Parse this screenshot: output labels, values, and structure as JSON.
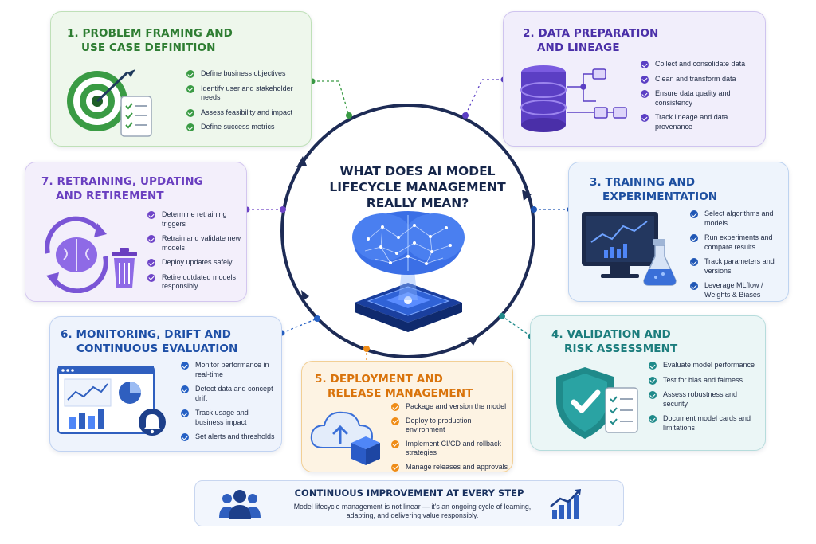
{
  "center": {
    "title_lines": [
      "WHAT DOES AI MODEL",
      "LIFECYCLE MANAGEMENT",
      "REALLY MEAN?"
    ]
  },
  "steps": [
    {
      "title_lines": [
        "1. PROBLEM FRAMING AND",
        "USE CASE DEFINITION"
      ],
      "items": [
        "Define business objectives",
        "Identify user and stakeholder needs",
        "Assess feasibility and impact",
        "Define success metrics"
      ],
      "color": "#2e7d32"
    },
    {
      "title_lines": [
        "2. DATA PREPARATION",
        "AND LINEAGE"
      ],
      "items": [
        "Collect and consolidate data",
        "Clean and transform data",
        "Ensure data quality and consistency",
        "Track lineage and data provenance"
      ],
      "color": "#4a2fa8"
    },
    {
      "title_lines": [
        "3. TRAINING AND",
        "EXPERIMENTATION"
      ],
      "items": [
        "Select algorithms and models",
        "Run experiments and compare results",
        "Track parameters and versions",
        "Leverage MLflow / Weights & Biases"
      ],
      "color": "#1d4fa0"
    },
    {
      "title_lines": [
        "4. VALIDATION AND",
        "RISK ASSESSMENT"
      ],
      "items": [
        "Evaluate model performance",
        "Test for bias and fairness",
        "Assess robustness and security",
        "Document model cards and limitations"
      ],
      "color": "#1c7d7d"
    },
    {
      "title_lines": [
        "5. DEPLOYMENT AND",
        "RELEASE MANAGEMENT"
      ],
      "items": [
        "Package and version the model",
        "Deploy to production environment",
        "Implement CI/CD and rollback strategies",
        "Manage releases and approvals"
      ],
      "color": "#d9730b"
    },
    {
      "title_lines": [
        "6. MONITORING, DRIFT AND",
        "CONTINUOUS EVALUATION"
      ],
      "items": [
        "Monitor performance in real-time",
        "Detect data and concept drift",
        "Track usage and business impact",
        "Set alerts and thresholds"
      ],
      "color": "#1e4fa6"
    },
    {
      "title_lines": [
        "7. RETRAINING, UPDATING",
        "AND RETIREMENT"
      ],
      "items": [
        "Determine retraining triggers",
        "Retrain and validate new models",
        "Deploy updates safely",
        "Retire outdated models responsibly"
      ],
      "color": "#6a3fc0"
    }
  ],
  "footer": {
    "title": "CONTINUOUS IMPROVEMENT AT EVERY STEP",
    "text": "Model lifecycle management is not linear — it's an ongoing cycle of learning, adapting, and delivering value responsibly."
  },
  "icons": [
    "target-icon",
    "checklist-icon",
    "database-icon",
    "pipeline-icon",
    "monitor-chart-icon",
    "flask-icon",
    "shield-check-icon",
    "cloud-upload-icon",
    "package-icon",
    "dashboard-icon",
    "bell-icon",
    "brain-refresh-icon",
    "trash-icon",
    "ai-brain-chip-icon",
    "team-icon",
    "growth-chart-icon"
  ]
}
